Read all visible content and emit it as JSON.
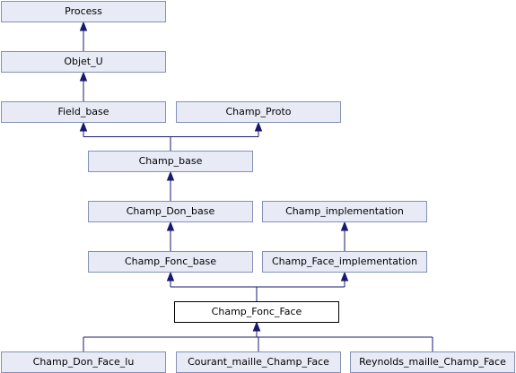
{
  "diagram": {
    "nodes": {
      "process": "Process",
      "objet_u": "Objet_U",
      "field_base": "Field_base",
      "champ_proto": "Champ_Proto",
      "champ_base": "Champ_base",
      "champ_don_base": "Champ_Don_base",
      "champ_implementation": "Champ_implementation",
      "champ_fonc_base": "Champ_Fonc_base",
      "champ_face_implementation": "Champ_Face_implementation",
      "champ_fonc_face": "Champ_Fonc_Face",
      "champ_don_face_lu": "Champ_Don_Face_lu",
      "courant_maille_champ_face": "Courant_maille_Champ_Face",
      "reynolds_maille_champ_face": "Reynolds_maille_Champ_Face"
    },
    "edges": [
      [
        "objet_u",
        "process"
      ],
      [
        "field_base",
        "objet_u"
      ],
      [
        "champ_base",
        "field_base"
      ],
      [
        "champ_base",
        "champ_proto"
      ],
      [
        "champ_don_base",
        "champ_base"
      ],
      [
        "champ_fonc_base",
        "champ_don_base"
      ],
      [
        "champ_face_implementation",
        "champ_implementation"
      ],
      [
        "champ_fonc_face",
        "champ_fonc_base"
      ],
      [
        "champ_fonc_face",
        "champ_face_implementation"
      ],
      [
        "champ_don_face_lu",
        "champ_fonc_face"
      ],
      [
        "courant_maille_champ_face",
        "champ_fonc_face"
      ],
      [
        "reynolds_maille_champ_face",
        "champ_fonc_face"
      ]
    ],
    "colors": {
      "node_fill": "#e8ebf5",
      "node_border": "#8491b4",
      "current_fill": "#ffffff",
      "current_border": "#000000",
      "edge": "#191970"
    }
  }
}
